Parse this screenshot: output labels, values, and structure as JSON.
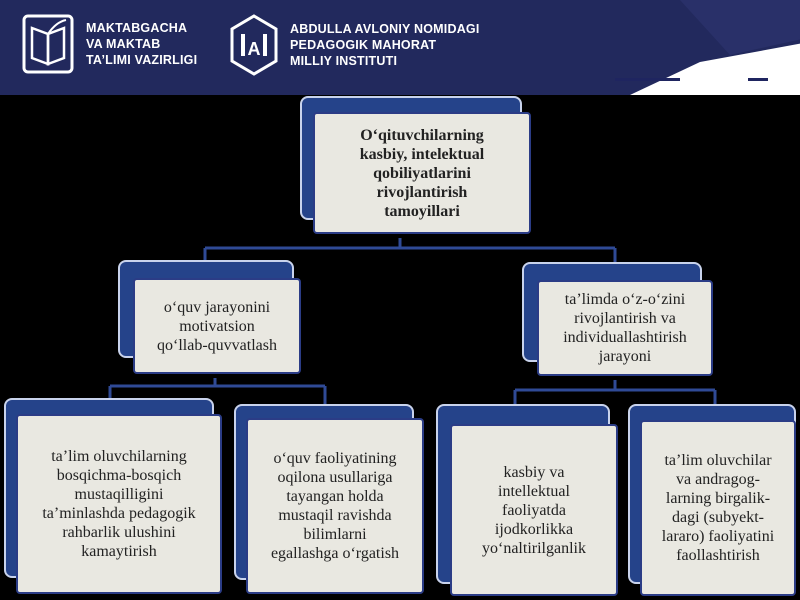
{
  "header": {
    "ministry": [
      "MAKTABGACHA",
      "VA MAKTAB",
      "TA’LIMI VAZIRLIGI"
    ],
    "institute": [
      "ABDULLA AVLONIY NOMIDAGI",
      "PEDAGOGIK MAHORAT",
      "MILLIY INSTITUTI"
    ],
    "institute_logo_letter": "A"
  },
  "diagram": {
    "root": "O‘qituvchilarning\nkasbiy, intelektual\nqobiliyatlarini\nrivojlantirish\ntamoyillari",
    "level1": [
      "o‘quv jarayonini\nmotivatsion\nqo‘llab-quvvatlash",
      "ta’limdа o‘z-o‘zini\nrivojlantirish va\nindividuallashtirish\njarayoni"
    ],
    "level2": [
      "ta’lim oluvchilarning\nbosqichma-bosqich\nmustaqilligini\nta’minlashda pedagogik\nrahbarlik ulushini\nkamaytirish",
      "o‘quv faoliyatining\noqilona usullariga\ntayangan holda\nmustaqil ravishda\nbilimlarni\negallashga o‘rgatish",
      "kasbiy va\nintellektual\nfaoliyatda\nijodkorlikka\nyo‘naltirilganlik",
      "ta’lim oluvchilar\nva andragog-\nlarning birgalik-\ndagi (subyekt-\nlararo) faoliyatini\nfaollashtirish"
    ]
  },
  "colors": {
    "header_bg": "#22295d",
    "box_back": "#25438a",
    "box_front": "#e9e8e1",
    "connector": "#2f4a96"
  }
}
